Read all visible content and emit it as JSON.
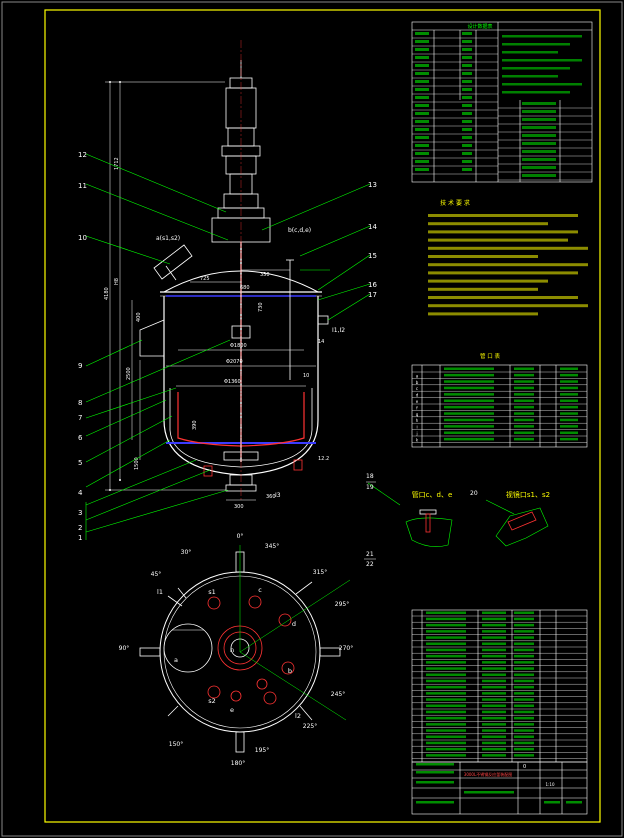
{
  "drawing": {
    "colors": {
      "background": "#000000",
      "frame": "#ffff00",
      "outline": "#ffffff",
      "leader": "#00ff00",
      "dimension": "#ffffff",
      "nozzle": "#ff0000",
      "liquid": "#3b3bff",
      "table_text": "#00ff00"
    },
    "front_view": {
      "part_numbers": [
        "1",
        "2",
        "3",
        "4",
        "5",
        "6",
        "7",
        "8",
        "9",
        "10",
        "11",
        "12",
        "13",
        "14",
        "15",
        "16",
        "17"
      ],
      "nozzle_tags": {
        "a_s1_s2": "a(s1,s2)",
        "b_c_d_e": "b(c,d,e)",
        "i1_2": "I1,I2",
        "i3": "I3"
      },
      "dimensions": [
        "1712",
        "4180",
        "H8",
        "2500",
        "1500",
        "400",
        "680",
        "Φ1800",
        "Φ2070",
        "Φ1360",
        "725",
        "350",
        "730",
        "300",
        "390",
        "360",
        "10",
        "14",
        "12.2"
      ]
    },
    "plan_view": {
      "angles": [
        "0°",
        "30°",
        "45°",
        "90°",
        "150°",
        "180°",
        "195°",
        "225°",
        "245°",
        "270°",
        "295°",
        "315°",
        "345°"
      ],
      "nozzle_labels": [
        "a",
        "s1",
        "s2",
        "c",
        "d",
        "e",
        "b",
        "n",
        "l1",
        "l2"
      ],
      "part_numbers": [
        "21",
        "22"
      ]
    },
    "detail_views": {
      "detail_18_19_label": "管口c、d、e",
      "detail_18": "18",
      "detail_19": "19",
      "detail_20_label": "视镜口s1、s2",
      "detail_20": "20"
    },
    "tech_requirements": {
      "title": "技 术 要 求"
    },
    "nozzle_table": {
      "title": "管 口 表",
      "row_codes": [
        "a",
        "b",
        "c",
        "d",
        "e",
        "f",
        "g",
        "h",
        "i",
        "j",
        "k",
        "l",
        "m",
        "n"
      ]
    },
    "design_table": {
      "title": "设计数据表"
    },
    "title_block": {
      "revision": "0",
      "drawing_name": "3000L不锈钢反应釜装配图",
      "scale_note": "1:10"
    }
  }
}
